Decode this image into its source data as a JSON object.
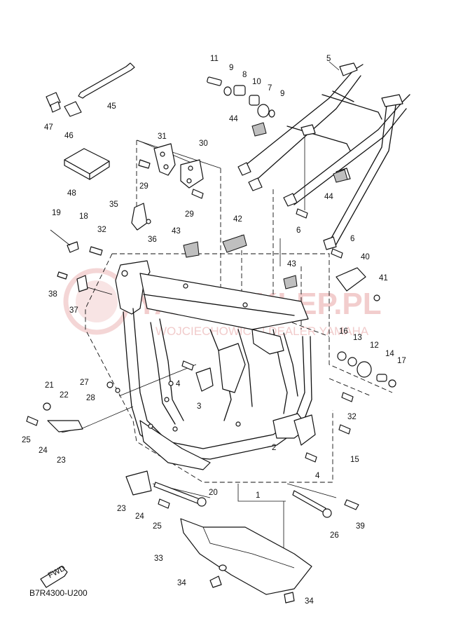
{
  "diagram_code": "B7R4300-U200",
  "fwd_label": "FWD",
  "watermark": {
    "text": "YAMA-SKLEP.PL",
    "subtext": "WOJCIECHOWICZ | DEALER YAMAHA",
    "color": "#d86a6a"
  },
  "callouts": [
    {
      "label": "1"
    },
    {
      "label": "2"
    },
    {
      "label": "3"
    },
    {
      "label": "4"
    },
    {
      "label": "4"
    },
    {
      "label": "5"
    },
    {
      "label": "6"
    },
    {
      "label": "6"
    },
    {
      "label": "7"
    },
    {
      "label": "8"
    },
    {
      "label": "9"
    },
    {
      "label": "9"
    },
    {
      "label": "10"
    },
    {
      "label": "11"
    },
    {
      "label": "12"
    },
    {
      "label": "13"
    },
    {
      "label": "14"
    },
    {
      "label": "15"
    },
    {
      "label": "16"
    },
    {
      "label": "17"
    },
    {
      "label": "18"
    },
    {
      "label": "19"
    },
    {
      "label": "20"
    },
    {
      "label": "21"
    },
    {
      "label": "22"
    },
    {
      "label": "23"
    },
    {
      "label": "23"
    },
    {
      "label": "24"
    },
    {
      "label": "24"
    },
    {
      "label": "25"
    },
    {
      "label": "25"
    },
    {
      "label": "26"
    },
    {
      "label": "27"
    },
    {
      "label": "28"
    },
    {
      "label": "29"
    },
    {
      "label": "29"
    },
    {
      "label": "30"
    },
    {
      "label": "31"
    },
    {
      "label": "32"
    },
    {
      "label": "32"
    },
    {
      "label": "33"
    },
    {
      "label": "34"
    },
    {
      "label": "34"
    },
    {
      "label": "35"
    },
    {
      "label": "36"
    },
    {
      "label": "37"
    },
    {
      "label": "38"
    },
    {
      "label": "39"
    },
    {
      "label": "40"
    },
    {
      "label": "41"
    },
    {
      "label": "42"
    },
    {
      "label": "43"
    },
    {
      "label": "43"
    },
    {
      "label": "44"
    },
    {
      "label": "44"
    },
    {
      "label": "45"
    },
    {
      "label": "46"
    },
    {
      "label": "47"
    },
    {
      "label": "48"
    }
  ]
}
